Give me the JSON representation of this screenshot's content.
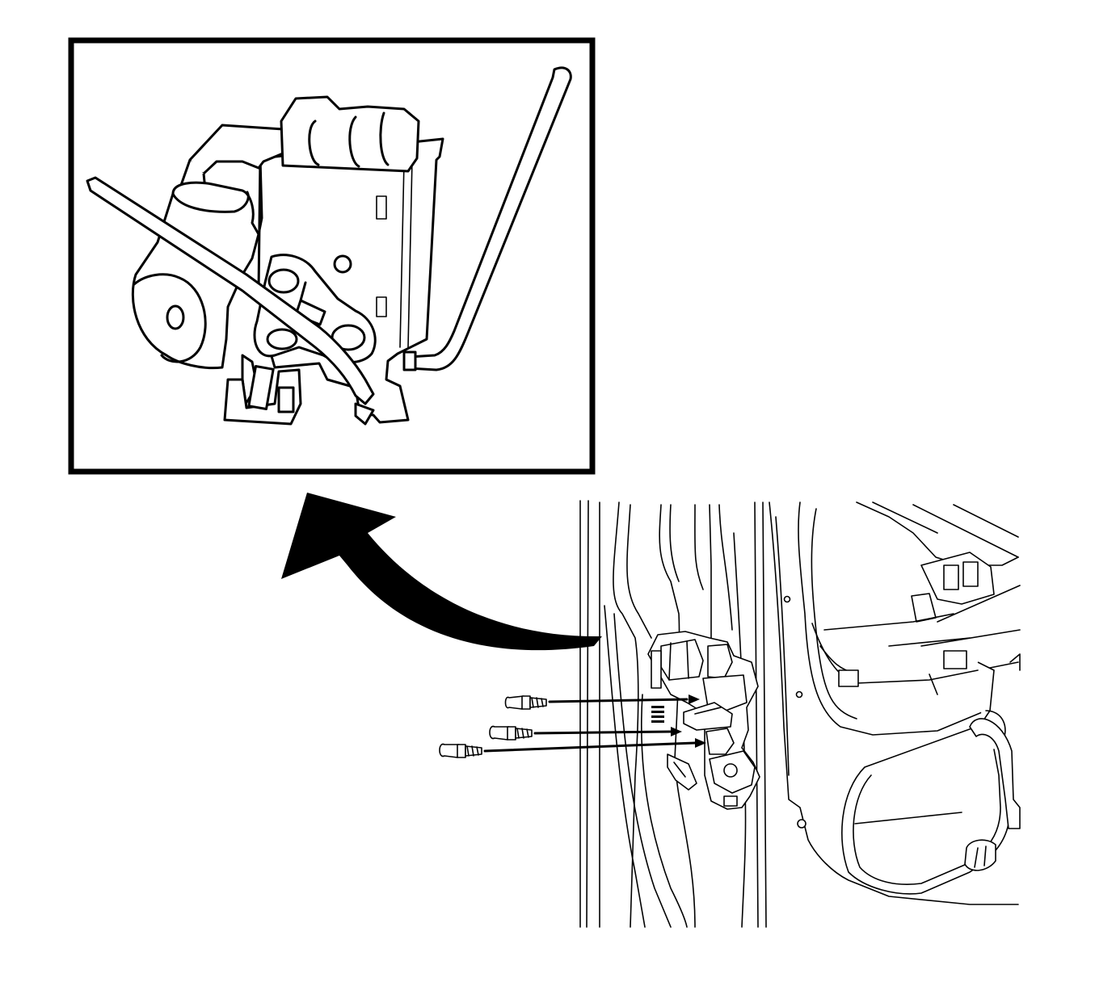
{
  "figure": {
    "background": "#ffffff",
    "ink": "#000000",
    "components": [
      "detail-inset",
      "door-lock-actuator-detail",
      "curved-callout-arrow",
      "door-inner-panel",
      "door-latch-assembly",
      "latch-bolts"
    ],
    "bolt_count": 3
  }
}
